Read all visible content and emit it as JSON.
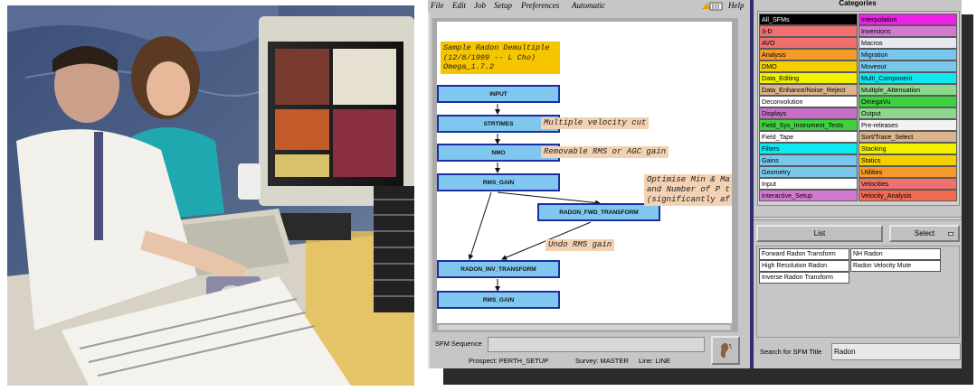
{
  "menu": {
    "items": [
      "File",
      "Edit",
      "Job",
      "Setup",
      "Preferences",
      "Automatic"
    ],
    "help": "Help"
  },
  "flow": {
    "note": "Sample Radon Demultiple\n(12/8/1999 -- L Cho)\nOmega_1.7.2",
    "modules": [
      {
        "name": "INPUT"
      },
      {
        "name": "STRTIMES"
      },
      {
        "name": "NMO"
      },
      {
        "name": "RMS_GAIN"
      },
      {
        "name": "RADON_FWD_TRANSFORM"
      },
      {
        "name": "RADON_INV_TRANSFORM"
      },
      {
        "name": "RMS_GAIN"
      }
    ],
    "labels": [
      "Multiple velocity cut",
      "Removable RMS or AGC gain",
      "Optimise Min & Ma\nand Number of P t\n(significantly af",
      "Undo RMS gain"
    ]
  },
  "sequence": {
    "label": "SFM Sequence",
    "value": ""
  },
  "status": {
    "prospect": "Prospect: PERTH_SETUP",
    "survey": "Survey: MASTER",
    "line": "Line: LINE"
  },
  "categories": {
    "title": "Categories",
    "left": [
      {
        "label": "All_SFMs",
        "color": "#000000",
        "text": "#ffffff"
      },
      {
        "label": "3-D",
        "color": "#f07070",
        "text": "#000000"
      },
      {
        "label": "AVO",
        "color": "#f07070",
        "text": "#000000"
      },
      {
        "label": "Analysis",
        "color": "#f59a2a",
        "text": "#000000"
      },
      {
        "label": "DMO",
        "color": "#f5d000",
        "text": "#000000"
      },
      {
        "label": "Data_Editing",
        "color": "#f2f200",
        "text": "#000000"
      },
      {
        "label": "Data_Enhance/Noise_Reject",
        "color": "#d9b48c",
        "text": "#000000"
      },
      {
        "label": "Deconvolution",
        "color": "#ffffff",
        "text": "#000000"
      },
      {
        "label": "Displays",
        "color": "#c870c8",
        "text": "#000000"
      },
      {
        "label": "Field_Sys_Instrument_Tests",
        "color": "#3ed23e",
        "text": "#000000"
      },
      {
        "label": "Field_Tape",
        "color": "#ffffff",
        "text": "#000000"
      },
      {
        "label": "Filters",
        "color": "#10e8f0",
        "text": "#000000"
      },
      {
        "label": "Gains",
        "color": "#78c8ee",
        "text": "#000000"
      },
      {
        "label": "Geometry",
        "color": "#78c8ee",
        "text": "#000000"
      },
      {
        "label": "Input",
        "color": "#ffffff",
        "text": "#000000"
      },
      {
        "label": "Interactive_Setup",
        "color": "#d27ad2",
        "text": "#000000"
      }
    ],
    "right": [
      {
        "label": "Interpolation",
        "color": "#f020e8",
        "text": "#000000"
      },
      {
        "label": "Inversions",
        "color": "#d27ad2",
        "text": "#000000"
      },
      {
        "label": "Macros",
        "color": "#e8e8f2",
        "text": "#000000"
      },
      {
        "label": "Migration",
        "color": "#78c8ee",
        "text": "#000000"
      },
      {
        "label": "Moveout",
        "color": "#78c8ee",
        "text": "#000000"
      },
      {
        "label": "Multi_Component",
        "color": "#10e8f0",
        "text": "#000000"
      },
      {
        "label": "Multiple_Attenuation",
        "color": "#8ed88e",
        "text": "#000000"
      },
      {
        "label": "OmegaVu",
        "color": "#3ed23e",
        "text": "#000000"
      },
      {
        "label": "Output",
        "color": "#8ed88e",
        "text": "#000000"
      },
      {
        "label": "Pre-releases",
        "color": "#f2f2f2",
        "text": "#000000"
      },
      {
        "label": "Sort/Trace_Select",
        "color": "#d9b48c",
        "text": "#000000"
      },
      {
        "label": "Stacking",
        "color": "#f2f200",
        "text": "#000000"
      },
      {
        "label": "Statics",
        "color": "#f5d000",
        "text": "#000000"
      },
      {
        "label": "Utilities",
        "color": "#f59a2a",
        "text": "#000000"
      },
      {
        "label": "Velocities",
        "color": "#f07070",
        "text": "#000000"
      },
      {
        "label": "Velocity_Analysis",
        "color": "#f06a50",
        "text": "#000000"
      }
    ]
  },
  "buttons": {
    "list": "List",
    "select": "Select"
  },
  "results": [
    "Forward Radon Transform",
    "NH Radon",
    "High Resolution Radon",
    "Radon Velocity Mute",
    "Inverse Radon Transform"
  ],
  "search": {
    "label": "Search for SFM Title",
    "value": "Radon"
  }
}
